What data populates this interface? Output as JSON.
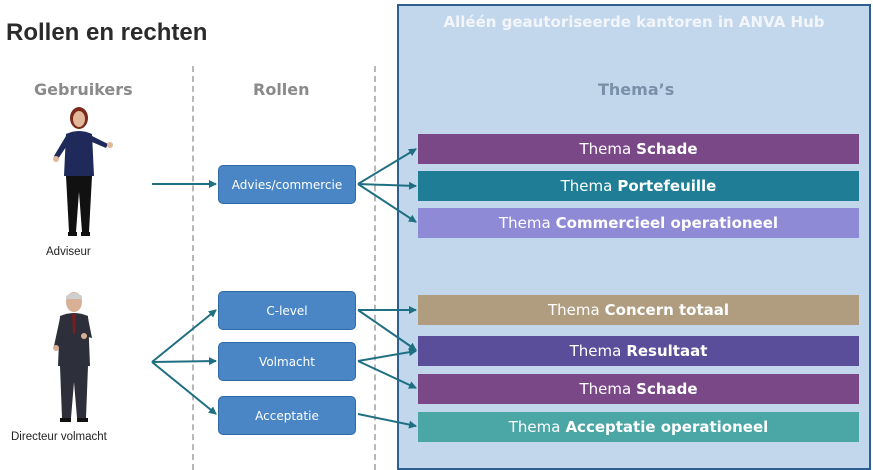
{
  "title": "Rollen en rechten",
  "columns": {
    "users": "Gebruikers",
    "roles": "Rollen",
    "themes": "Thema’s"
  },
  "hub_title": "Alléén geautoriseerde kantoren in ANVA Hub",
  "users": [
    {
      "label": "Adviseur"
    },
    {
      "label": "Directeur volmacht"
    }
  ],
  "roles": [
    {
      "label": "Advies/commercie"
    },
    {
      "label": "C-level"
    },
    {
      "label": "Volmacht"
    },
    {
      "label": "Acceptatie"
    }
  ],
  "themes": [
    {
      "prefix": "Thema",
      "name": "Schade",
      "color": "#7a4787"
    },
    {
      "prefix": "Thema",
      "name": "Portefeuille",
      "color": "#1f7e96"
    },
    {
      "prefix": "Thema",
      "name": "Commercieel operationeel",
      "color": "#8e8ad6"
    },
    {
      "prefix": "Thema",
      "name": "Concern totaal",
      "color": "#b09d80"
    },
    {
      "prefix": "Thema",
      "name": "Resultaat",
      "color": "#5a4d99"
    },
    {
      "prefix": "Thema",
      "name": "Schade",
      "color": "#7a4787"
    },
    {
      "prefix": "Thema",
      "name": "Acceptatie operationeel",
      "color": "#4aa7a6"
    }
  ],
  "colors": {
    "arrow": "#1f6f82",
    "hub_border": "#2e5f93",
    "hub_fill": "#c3d7ec",
    "role_fill": "#4a86c5"
  }
}
